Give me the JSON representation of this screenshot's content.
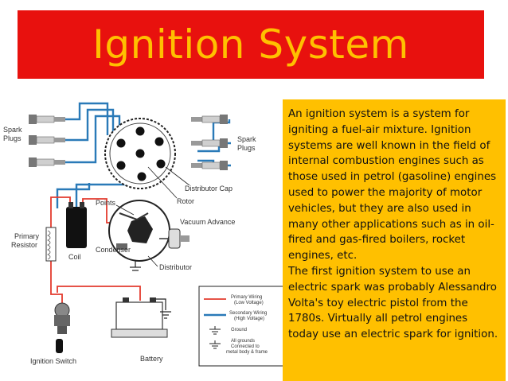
{
  "slide": {
    "title": "Ignition System",
    "paragraphs": [
      "An ignition system is a system for igniting a fuel-air mixture. Ignition systems are well known in the field of internal combustion engines such as those used in petrol (gasoline) engines used to power the majority of motor vehicles, but they are also used in many other applications such as in oil-fired and gas-fired boilers, rocket engines, etc.",
      "The first ignition system to use an electric spark was probably Alessandro Volta's toy electric pistol from the 1780s. Virtually all petrol engines today use an electric spark for ignition."
    ]
  },
  "diagram": {
    "labels": {
      "spark_plugs_left_1": "Spark",
      "spark_plugs_left_2": "Plugs",
      "spark_plugs_right_1": "Spark",
      "spark_plugs_right_2": "Plugs",
      "distributor_cap": "Distributor Cap",
      "rotor": "Rotor",
      "points": "Points",
      "vacuum_advance": "Vacuum Advance",
      "primary_resistor_1": "Primary",
      "primary_resistor_2": "Resistor",
      "coil": "Coil",
      "condenser": "Condenser",
      "distributor": "Distributor",
      "ignition_switch": "Ignition Switch",
      "battery": "Battery"
    },
    "legend": {
      "primary_wiring": "Primary Wiring",
      "primary_wiring_sub": "(Low Voltage)",
      "secondary_wiring": "Secondary Wiring",
      "secondary_wiring_sub": "(High Voltage)",
      "ground": "Ground",
      "all_grounds_1": "All grounds",
      "all_grounds_2": "Connected to",
      "all_grounds_3": "metal body & frame"
    },
    "colors": {
      "primary": "#e33b2e",
      "secondary": "#2a7ab8",
      "title_bg": "#e8110e",
      "title_fg": "#ffc000",
      "text_bg": "#ffc000"
    }
  }
}
